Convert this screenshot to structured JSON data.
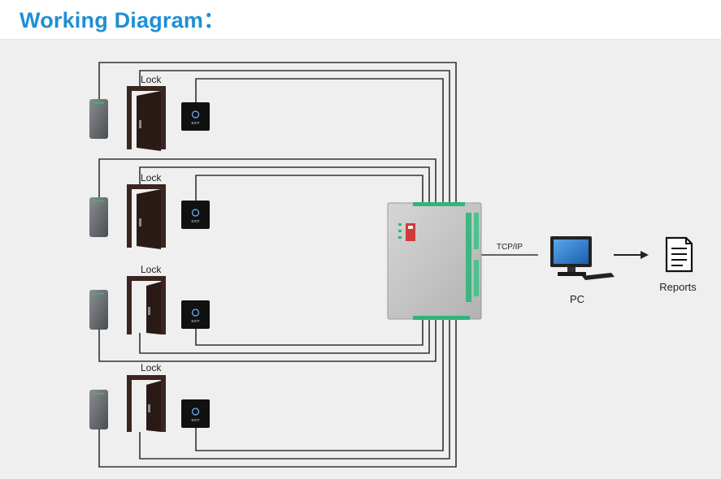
{
  "header": {
    "title": "Working Diagram："
  },
  "diagram": {
    "doors": [
      {
        "lock_label": "Lock",
        "exit_label": "EXIT"
      },
      {
        "lock_label": "Lock",
        "exit_label": "EXIT"
      },
      {
        "lock_label": "Lock",
        "exit_label": "EXIT"
      },
      {
        "lock_label": "Lock",
        "exit_label": "EXIT"
      }
    ],
    "network_label": "TCP/IP",
    "pc_label": "PC",
    "reports_label": "Reports"
  },
  "colors": {
    "title": "#1e8fd6",
    "wire": "#333333",
    "background": "#efefef"
  }
}
